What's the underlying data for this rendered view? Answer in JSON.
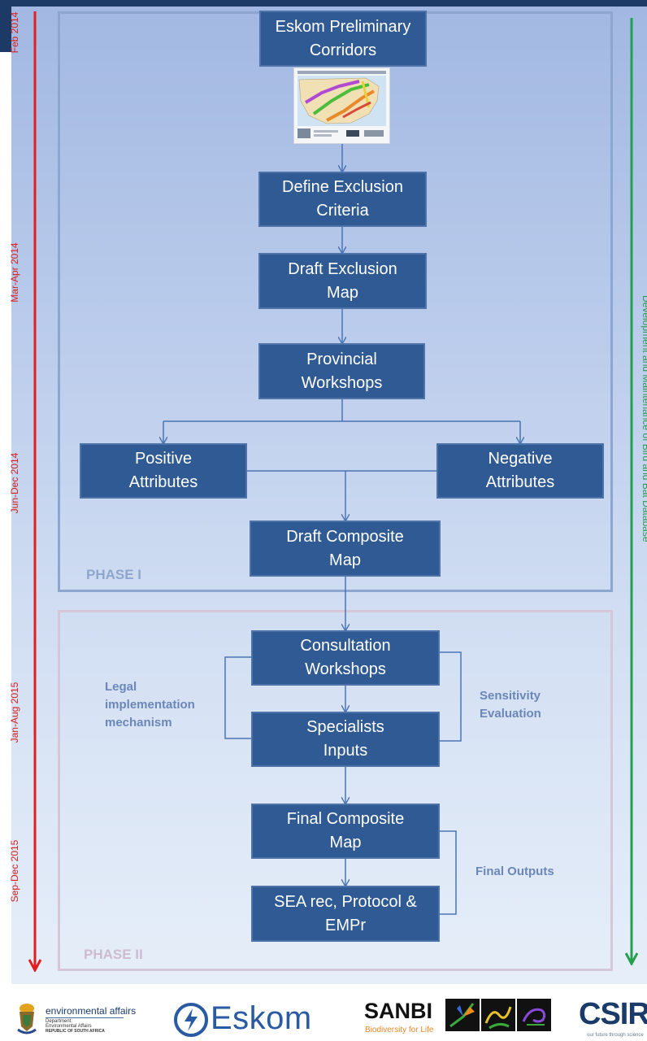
{
  "timeline": {
    "dates": [
      "Feb 2014",
      "Mar-Apr 2014",
      "Jun-Dec 2014",
      "Jan-Aug 2015",
      "Sep-Dec 2015"
    ],
    "side_process": "Development and Maintenance of Bird and Bat Database",
    "timeline_color": "#e02020",
    "side_color": "#22a050"
  },
  "phases": {
    "phase1": "PHASE I",
    "phase2": "PHASE II"
  },
  "nodes": {
    "eskom_corridors": "Eskom Preliminary\nCorridors",
    "exclusion_criteria": "Define Exclusion\nCriteria",
    "exclusion_map": "Draft Exclusion\nMap",
    "provincial_workshops": "Provincial\nWorkshops",
    "positive_attributes": "Positive\nAttributes",
    "negative_attributes": "Negative\nAttributes",
    "draft_composite": "Draft Composite\nMap",
    "consultation_workshops": "Consultation\nWorkshops",
    "specialists_inputs": "Specialists\nInputs",
    "final_composite": "Final Composite\nMap",
    "sea_rec": "SEA rec,  Protocol &\nEMPr"
  },
  "side_labels": {
    "legal": "Legal\nimplementation\nmechanism",
    "sensitivity": "Sensitivity\nEvaluation",
    "final_outputs": "Final Outputs"
  },
  "colors": {
    "node_fill": "#2f5a93",
    "connector": "#4a74b4",
    "phase1_border": "#8ca6cf",
    "phase2_border": "#d6c6d8"
  },
  "logos": {
    "dea_title": "environmental affairs",
    "dea_line1": "Department:",
    "dea_line2": "Environmental Affairs",
    "dea_line3": "REPUBLIC OF SOUTH AFRICA",
    "eskom": "Eskom",
    "sanbi": "SANBI",
    "sanbi_tagline": "Biodiversity for Life",
    "csir": "CSIR",
    "csir_tagline": "our future through science"
  }
}
